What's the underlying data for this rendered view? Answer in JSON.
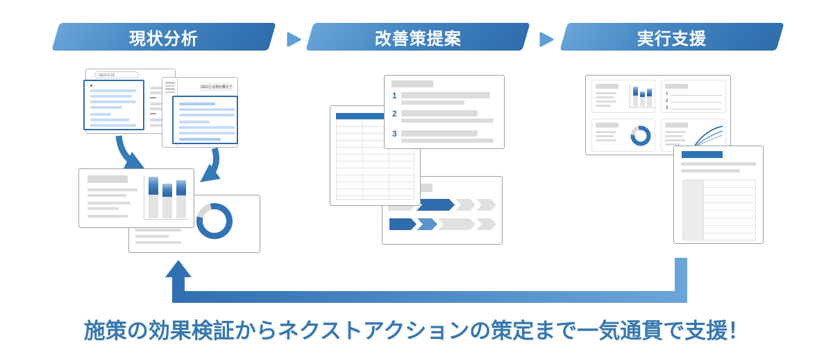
{
  "steps": [
    {
      "label": "現状分析"
    },
    {
      "label": "改善策提案"
    },
    {
      "label": "実行支援"
    }
  ],
  "analysis": {
    "search_query": "GEOとは",
    "chat_prompt": "GEOとは何か教えて"
  },
  "proposal": {
    "list_numbers": [
      "1",
      "2",
      "3"
    ]
  },
  "support": {
    "list_numbers": [
      "1",
      "2",
      "3"
    ]
  },
  "caption": {
    "text": "施策の効果検証からネクストアクションの策定まで一気通貫で支援！"
  },
  "colors": {
    "primary_blue": "#2e6cad",
    "banner_gradient_light": "#6aa5d8",
    "banner_gradient_dark": "#2e6cab",
    "arrow_blue": "#3579b5",
    "separator_blue": "#5f9ed6",
    "light_blue_fill": "#c7dcf5",
    "gray_fill": "#dcdcdc",
    "table_header_blue": "#2e75b6",
    "caption_text_blue": "#3878b0"
  }
}
